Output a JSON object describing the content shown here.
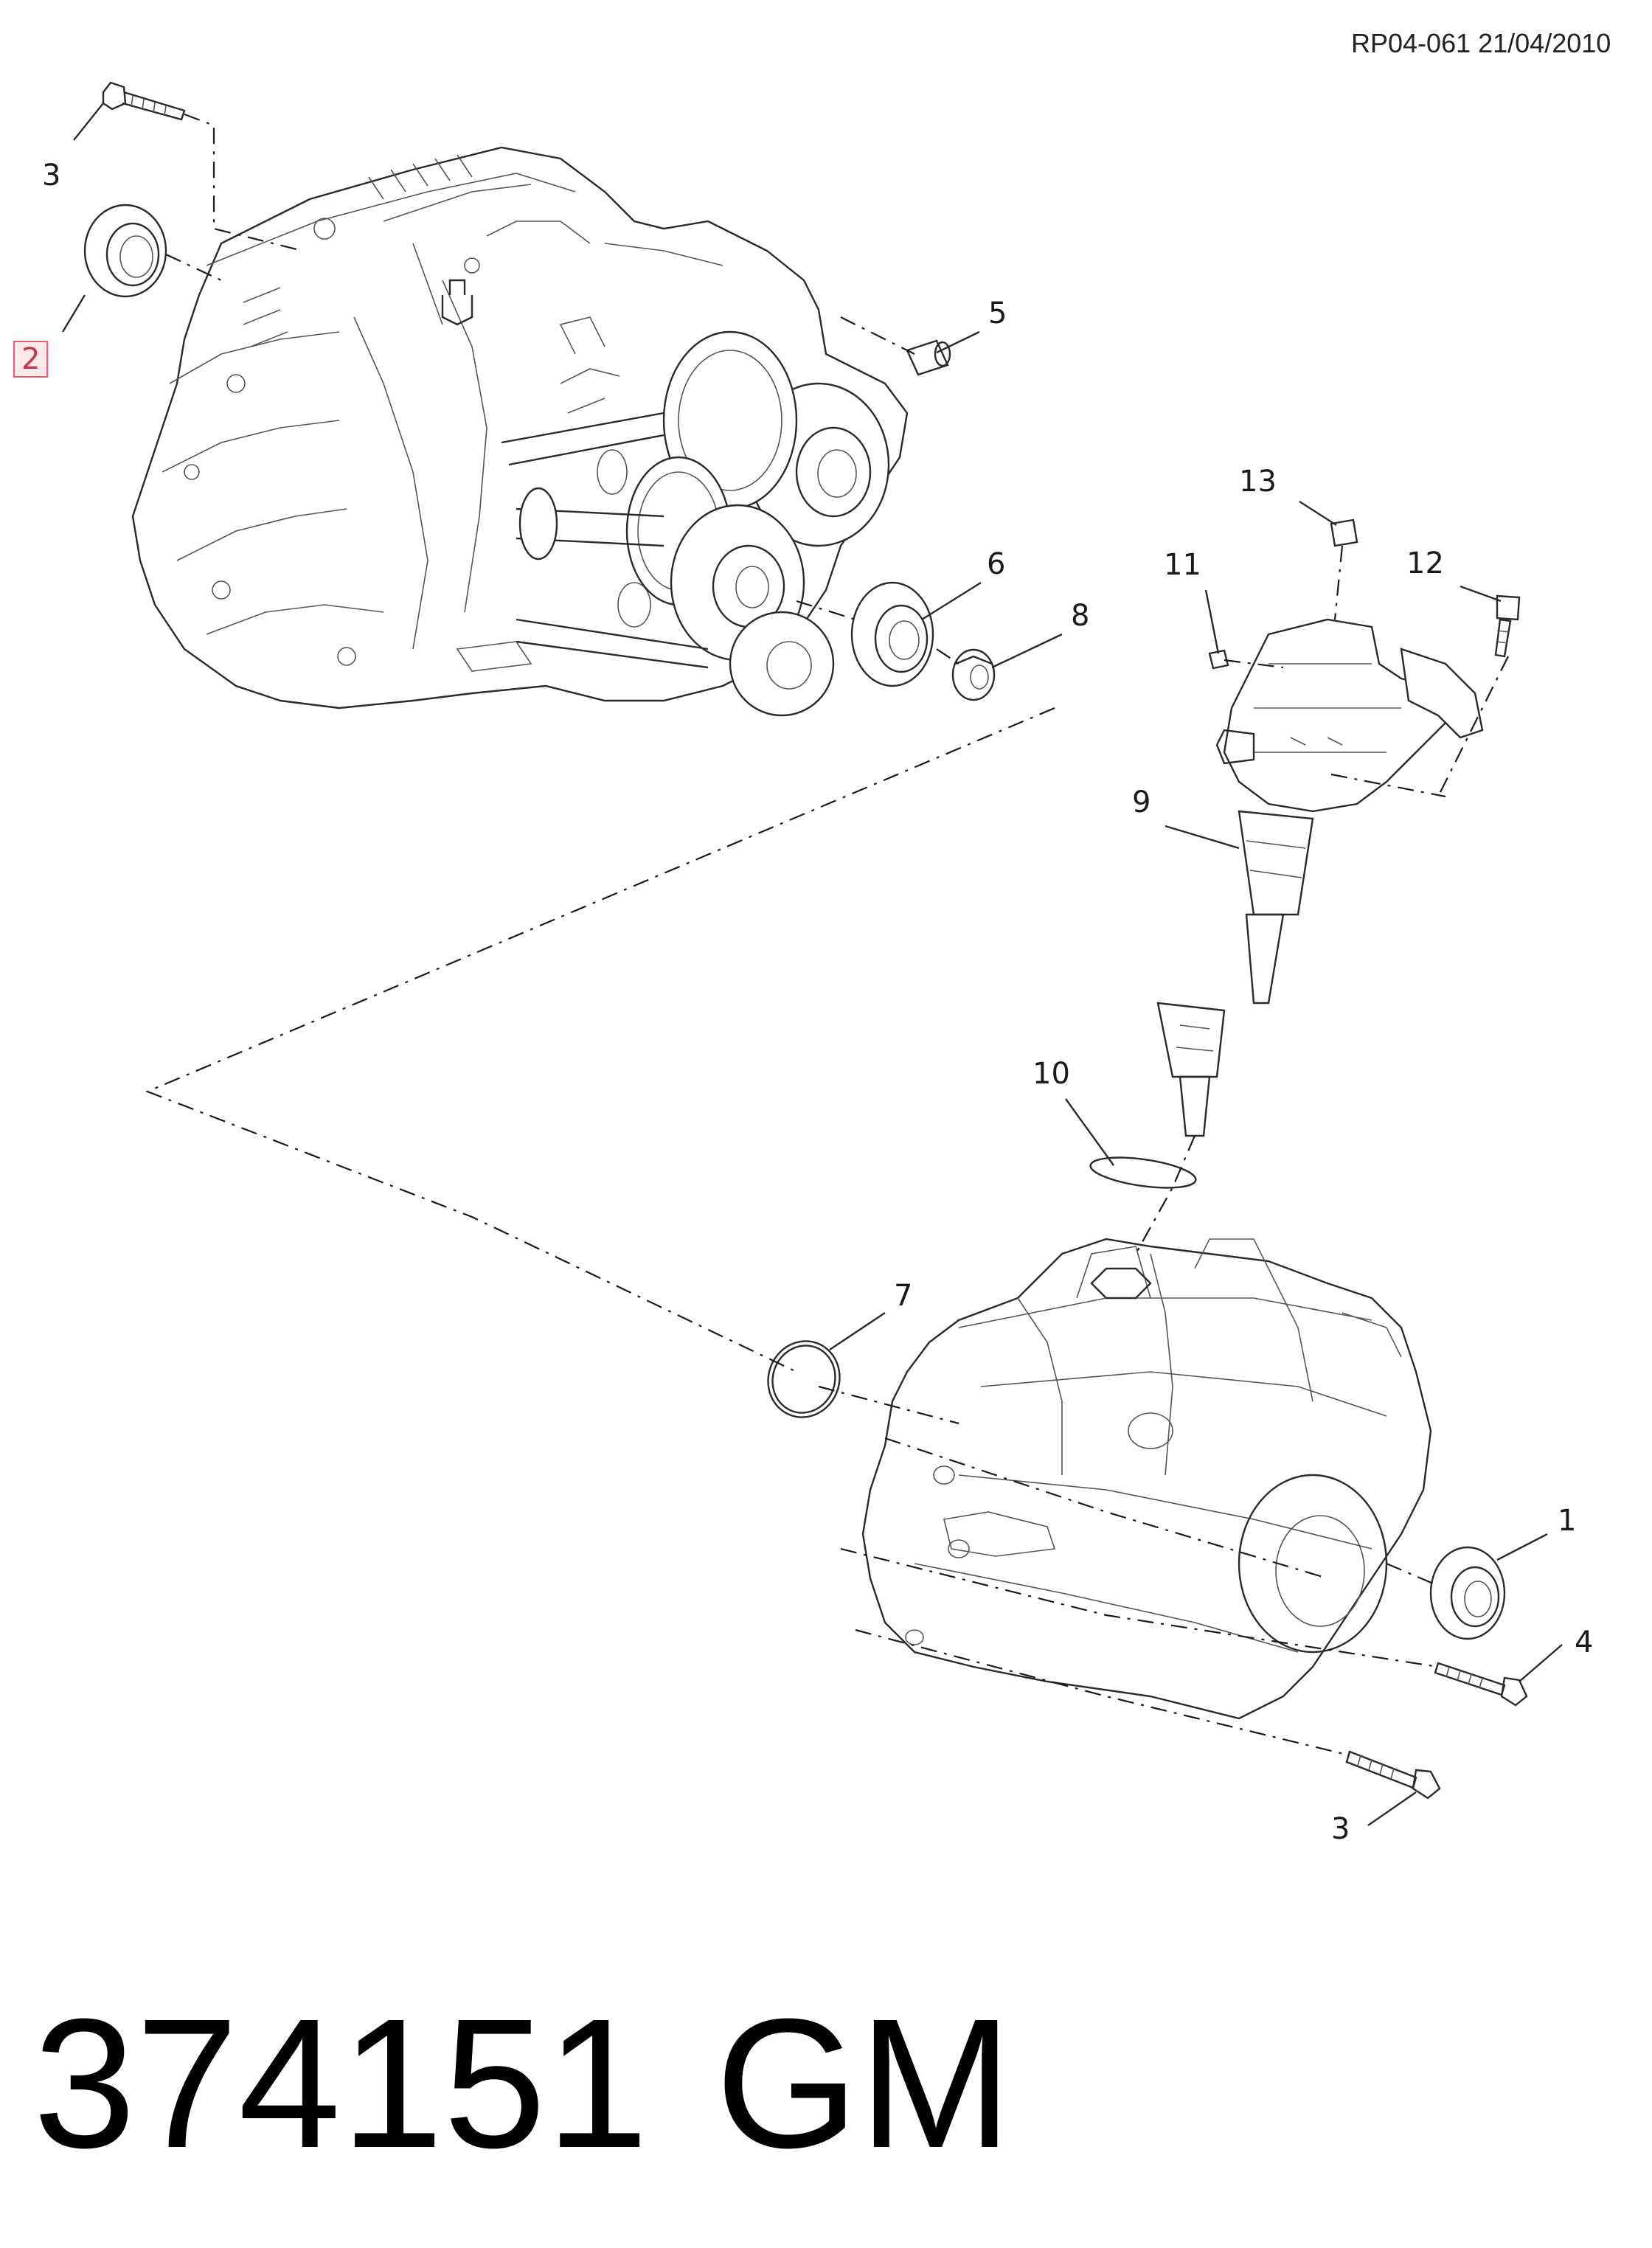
{
  "reference": "RP04-061 21/04/2010",
  "part_number": "374151",
  "brand": "GM",
  "callouts": [
    {
      "id": "c3a",
      "label": "3"
    },
    {
      "id": "c2",
      "label": "2",
      "highlighted": true
    },
    {
      "id": "c5",
      "label": "5"
    },
    {
      "id": "c13",
      "label": "13"
    },
    {
      "id": "c11",
      "label": "11"
    },
    {
      "id": "c12",
      "label": "12"
    },
    {
      "id": "c6",
      "label": "6"
    },
    {
      "id": "c8",
      "label": "8"
    },
    {
      "id": "c9",
      "label": "9"
    },
    {
      "id": "c10",
      "label": "10"
    },
    {
      "id": "c7",
      "label": "7"
    },
    {
      "id": "c1",
      "label": "1"
    },
    {
      "id": "c4",
      "label": "4"
    },
    {
      "id": "c3b",
      "label": "3"
    }
  ],
  "colors": {
    "highlight_border": "#e06070",
    "highlight_fill": "#fde8ea",
    "line": "#2a2a2a"
  }
}
